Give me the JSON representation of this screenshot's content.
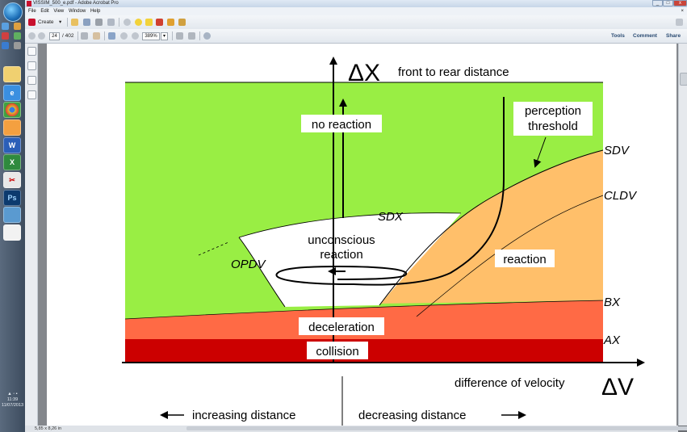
{
  "window": {
    "title": "VISSIM_500_e.pdf - Adobe Acrobat Pro",
    "close_label": "x",
    "min_label": "_",
    "max_label": "□"
  },
  "menu": {
    "items": [
      "File",
      "Edit",
      "View",
      "Window",
      "Help"
    ],
    "close_doc": "×"
  },
  "toolbar": {
    "create_label": "Create",
    "page_current": "24",
    "page_total": "/ 402",
    "zoom": "389%",
    "tools": "Tools",
    "comment": "Comment",
    "share": "Share"
  },
  "taskbar": {
    "clock_time": "11:39",
    "clock_date": "11/07/2013",
    "apps": [
      "Folders",
      "Browser",
      "Chrome",
      "Documents",
      "Word",
      "Excel",
      "Tools",
      "Photoshop",
      "Network",
      "Blank"
    ]
  },
  "status": {
    "page_size": "5,85 x 8,26 in"
  },
  "diagram": {
    "y_axis_symbol": "ΔX",
    "y_axis_label": "front to rear distance",
    "x_axis_symbol": "ΔV",
    "x_axis_label": "difference of velocity",
    "left_label": "increasing distance",
    "right_label": "decreasing distance",
    "regions": {
      "no_reaction": "no reaction",
      "unconscious_l1": "unconscious",
      "unconscious_l2": "reaction",
      "reaction": "reaction",
      "deceleration": "deceleration",
      "collision": "collision"
    },
    "perception_l1": "perception",
    "perception_l2": "threshold",
    "curves": {
      "sdv": "SDV",
      "cldv": "CLDV",
      "bx": "BX",
      "ax": "AX",
      "sdx": "SDX",
      "opdv": "OPDV"
    },
    "colors": {
      "green": "#99ee44",
      "orange": "#ffbf6a",
      "red_orange": "#ff6a45",
      "dark_red": "#cc0000",
      "white": "#ffffff"
    }
  }
}
